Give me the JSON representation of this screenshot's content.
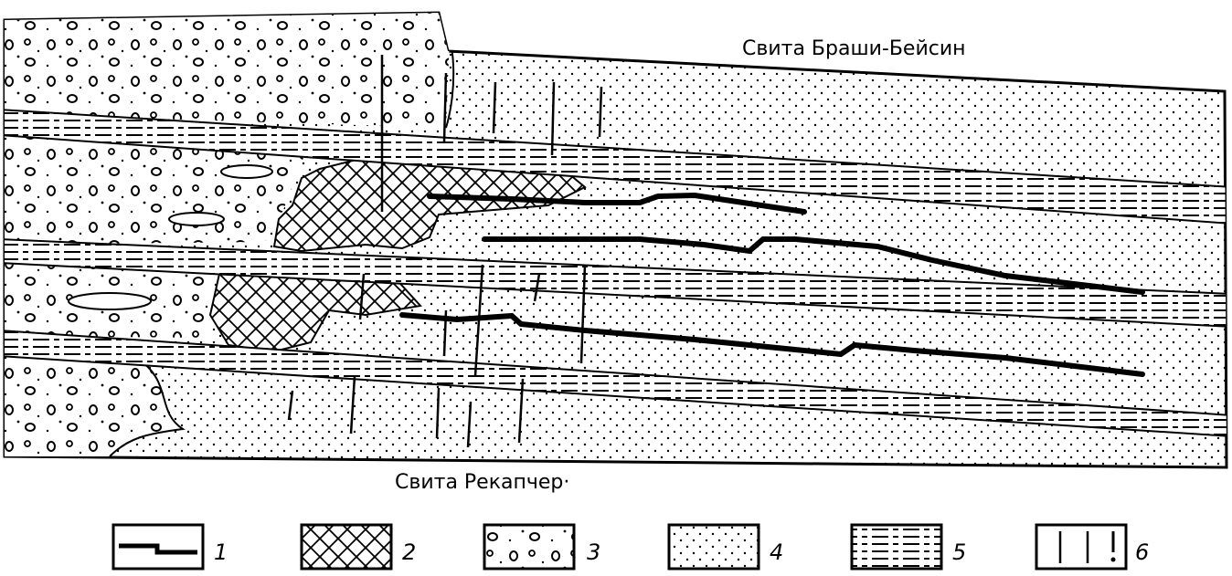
{
  "labels": {
    "top_formation": "Свита Браши-Бейсин",
    "bottom_formation": "Свита Рекапчер·"
  },
  "legend": [
    {
      "number": "1"
    },
    {
      "number": "2"
    },
    {
      "number": "3"
    },
    {
      "number": "4"
    },
    {
      "number": "5"
    },
    {
      "number": "6"
    }
  ]
}
